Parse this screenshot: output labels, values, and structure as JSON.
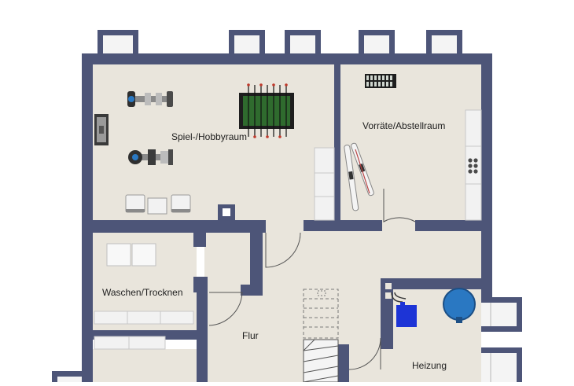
{
  "floorplan": {
    "rooms": {
      "hobby": "Spiel-/Hobbyraum",
      "storage": "Vorräte/Abstellraum",
      "laundry": "Waschen/Trocknen",
      "hall": "Flur",
      "heating": "Heizung"
    },
    "colors": {
      "wall": "#4d5578",
      "floor": "#e9e5dc",
      "window": "#f4f4f4",
      "furniture": "#f2f2f2",
      "accent_blue": "#1d34d6",
      "tank_blue": "#2a78c2",
      "table_green": "#2f6b2e"
    },
    "icons": [
      "window-icon",
      "exercise-bike-icon",
      "cross-trainer-icon",
      "foosball-table-icon",
      "chair-icon",
      "side-table-icon",
      "wall-tv-icon",
      "wine-rack-icon",
      "ski-icon",
      "washing-machine-icon",
      "dryer-icon",
      "heat-pump-icon",
      "water-tank-icon",
      "stairs-icon"
    ]
  }
}
